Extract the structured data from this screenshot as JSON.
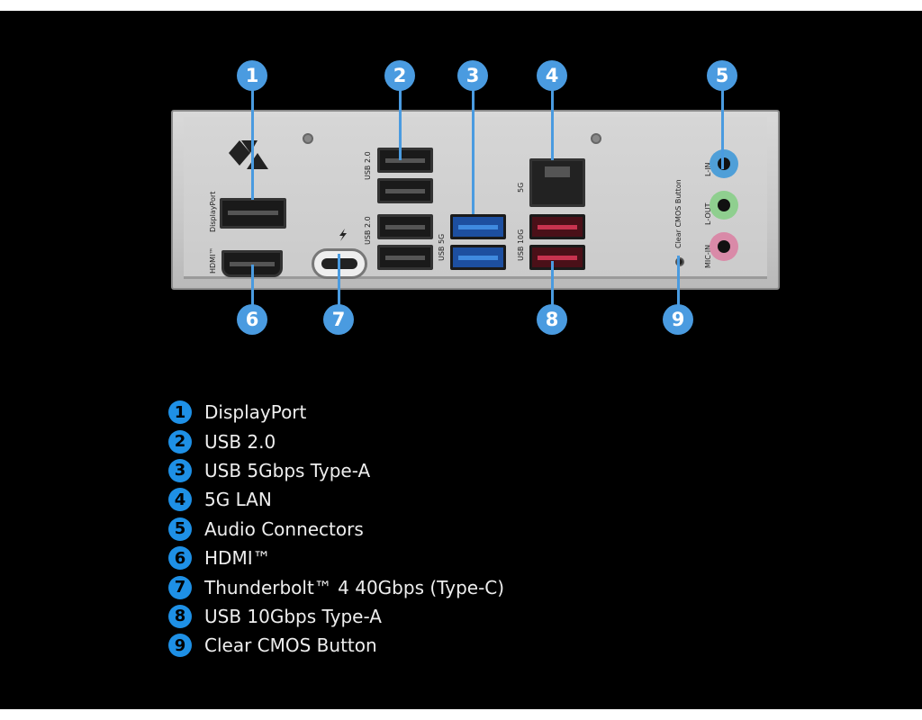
{
  "panel": {
    "port_labels": {
      "displayport": "DisplayPort",
      "hdmi": "HDMI™",
      "usb20_top": "USB 2.0",
      "usb20_bottom": "USB 2.0",
      "usb5g": "USB 5G",
      "lan": "5G",
      "usb10g": "USB 10G",
      "cmos": "Clear CMOS Button",
      "line_in": "L-IN",
      "line_out": "L-OUT",
      "mic_in": "MIC-IN"
    },
    "callouts": [
      "1",
      "2",
      "3",
      "4",
      "5",
      "6",
      "7",
      "8",
      "9"
    ]
  },
  "legend": [
    {
      "num": "1",
      "label": "DisplayPort"
    },
    {
      "num": "2",
      "label": "USB 2.0"
    },
    {
      "num": "3",
      "label": "USB 5Gbps Type-A"
    },
    {
      "num": "4",
      "label": "5G LAN"
    },
    {
      "num": "5",
      "label": "Audio Connectors"
    },
    {
      "num": "6",
      "label": "HDMI™"
    },
    {
      "num": "7",
      "label": "Thunderbolt™ 4 40Gbps (Type-C)"
    },
    {
      "num": "8",
      "label": "USB 10Gbps Type-A"
    },
    {
      "num": "9",
      "label": "Clear CMOS Button"
    }
  ],
  "colors": {
    "callout": "#4a9be0",
    "usb5g": "#1d4fa0",
    "usb10g": "#c8334f",
    "line_in": "#4f9fd8",
    "line_out": "#8fcf8f",
    "mic_in": "#d98aa8"
  }
}
